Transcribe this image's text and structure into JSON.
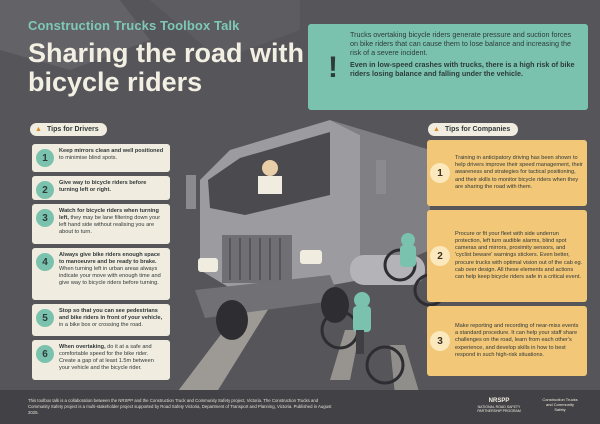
{
  "header": {
    "kicker": "Construction Trucks Toolbox Talk",
    "title": "Sharing the road with bicycle riders"
  },
  "alert": {
    "icon": "exclamation-icon",
    "para1": "Trucks overtaking bicycle riders generate pressure and suction forces on bike riders that can cause them to lose balance and increasing the risk of a severe incident.",
    "para2": "Even in low-speed crashes with trucks, there is a high risk of bike riders losing balance and falling under the vehicle."
  },
  "drivers": {
    "label": "Tips for Drivers",
    "icon": "thumbs-up-icon",
    "tips": [
      {
        "n": "1",
        "bold": "Keep mirrors clean and well positioned",
        "rest": " to minimise blind spots."
      },
      {
        "n": "2",
        "bold": "Give way to bicycle riders before turning left or right.",
        "rest": ""
      },
      {
        "n": "3",
        "bold": "Watch for bicycle riders when turning left,",
        "rest": " they may be lane filtering down your left hand side without realising you are about to turn."
      },
      {
        "n": "4",
        "bold": "Always give bike riders enough space to manoeuvre and be ready to brake.",
        "rest": " When turning left in urban areas always indicate your move with enough time and give way to bicycle riders before turning."
      },
      {
        "n": "5",
        "bold": "Stop so that you can see pedestrians and bike riders in front of your vehicle,",
        "rest": " in a bike box or crossing the road."
      },
      {
        "n": "6",
        "bold": "When overtaking,",
        "rest": " do it at a safe and comfortable speed for the bike rider. Create a gap of at least 1.5m between your vehicle and the bicycle rider."
      }
    ]
  },
  "companies": {
    "label": "Tips for Companies",
    "icon": "thumbs-up-icon",
    "tips": [
      {
        "n": "1",
        "text": "Training in anticipatory driving has been shown to help drivers improve their speed management, their awareness and strategies for tactical positioning, and their skills to monitor bicycle riders when they are sharing the road with them."
      },
      {
        "n": "2",
        "text": "Procure or fit your fleet with side underrun protection, left turn audible alarms, blind spot cameras and mirrors, proximity sensors, and 'cyclist beware' warnings stickers. Even better, procure trucks with optimal vision out of the cab eg. cab over design. All these elements and actions can help keep bicycle riders safe in a critical event."
      },
      {
        "n": "3",
        "text": "Make reporting and recording of near-miss events a standard procedure. It can help your staff share challenges on the road, learn from each other's experience, and develop skills in how to best respond in such high-risk situations."
      }
    ]
  },
  "footer": {
    "text": "This toolbox talk is a collaboration between the NRSPP and the Construction Truck and Community Safety project, Victoria. The Construction Trucks and Community Safety project is a multi-stakeholder project supported by Road Safety Victoria, Department of Transport and Planning, Victoria. Published in August 2025.",
    "logo1": "NRSPP",
    "logo1_sub": "NATIONAL ROAD SAFETY PARTNERSHIP PROGRAM",
    "logo2": "Construction Trucks and Community Safety"
  },
  "colors": {
    "background": "#55555a",
    "teal": "#7ac2ae",
    "cream": "#f1ece0",
    "amber": "#f2c777"
  }
}
